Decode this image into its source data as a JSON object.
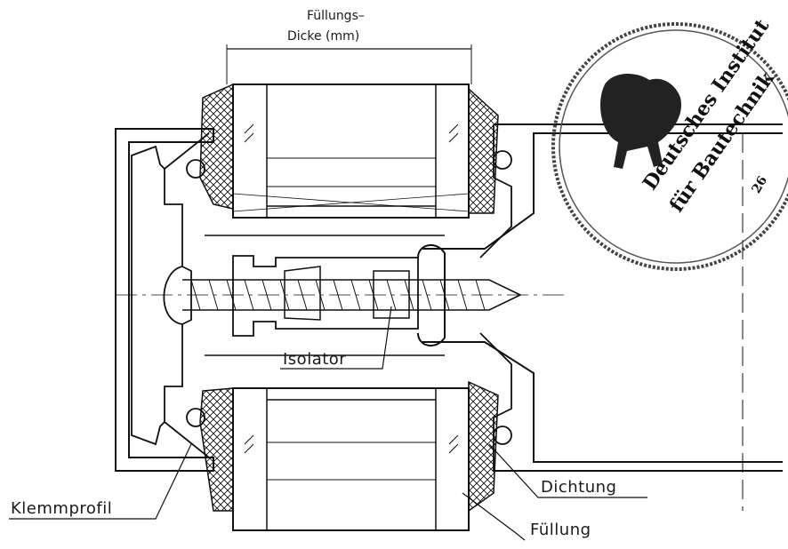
{
  "labels": {
    "thickness_line1": "Füllungs–",
    "thickness_line2": "Dicke (mm)",
    "isolator": "Isolator",
    "klemmprofil": "Klemmprofil",
    "dichtung": "Dichtung",
    "fuellung": "Füllung"
  },
  "stamp": {
    "line1": "Deutsches Institut",
    "line2": "für Bautechnik",
    "number": "26"
  }
}
